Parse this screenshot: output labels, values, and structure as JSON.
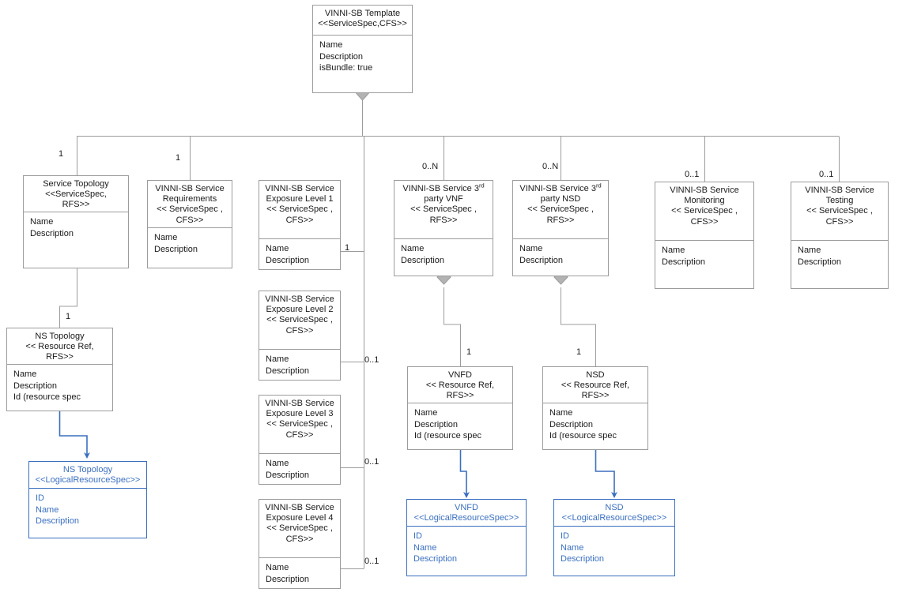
{
  "diagram": {
    "title": "VINNI-SB Template service specification class diagram",
    "colors": {
      "line_gray": "#9c9c9c",
      "line_blue": "#3a6fbf",
      "text_dark": "#1a1a1a",
      "background": "#ffffff"
    }
  },
  "nodes": [
    {
      "id": "template",
      "header": "VINNI-SB Template\n<<ServiceSpec,CFS>>",
      "body": "Name\nDescription\nisBundle: true"
    },
    {
      "id": "svc_topo",
      "header": "Service Topology\n<<ServiceSpec,\nRFS>>",
      "body": "Name\nDescription"
    },
    {
      "id": "requirements",
      "header": "VINNI-SB Service\nRequirements\n<< ServiceSpec ,\nCFS>>",
      "body": "Name\nDescription"
    },
    {
      "id": "exp1",
      "header": "VINNI-SB Service\nExposure Level 1\n<< ServiceSpec ,\nCFS>>",
      "body": "Name\nDescription"
    },
    {
      "id": "exp2",
      "header": "VINNI-SB Service\nExposure Level 2\n<< ServiceSpec ,\nCFS>>",
      "body": "Name\nDescription"
    },
    {
      "id": "exp3",
      "header": "VINNI-SB Service\nExposure Level 3\n<< ServiceSpec ,\nCFS>>",
      "body": "Name\nDescription"
    },
    {
      "id": "exp4",
      "header": "VINNI-SB Service\nExposure Level 4\n<< ServiceSpec ,\nCFS>>",
      "body": "Name\nDescription"
    },
    {
      "id": "vnf3p",
      "header_html": "VINNI-SB Service 3<sup>rd</sup>\nparty VNF\n<< ServiceSpec ,\nRFS>>",
      "body": "Name\nDescription"
    },
    {
      "id": "nsd3p",
      "header_html": "VINNI-SB Service 3<sup>rd</sup>\nparty NSD\n<< ServiceSpec ,\nRFS>>",
      "body": "Name\nDescription"
    },
    {
      "id": "monitoring",
      "header": "VINNI-SB Service\nMonitoring\n<< ServiceSpec ,\nCFS>>",
      "body": "Name\nDescription"
    },
    {
      "id": "testing",
      "header": "VINNI-SB Service\nTesting\n<< ServiceSpec ,\nCFS>>",
      "body": "Name\nDescription"
    },
    {
      "id": "ns_topo_rr",
      "header": "NS Topology\n<< Resource Ref,\nRFS>>",
      "body": "Name\nDescription\nId (resource spec"
    },
    {
      "id": "vnfd_rr",
      "header": "VNFD\n<< Resource Ref,\nRFS>>",
      "body": "Name\nDescription\nId (resource spec"
    },
    {
      "id": "nsd_rr",
      "header": "NSD\n<< Resource Ref,\nRFS>>",
      "body": "Name\nDescription\nId (resource spec"
    },
    {
      "id": "ns_topo_lrs",
      "header": "NS Topology\n<<LogicalResourceSpec>>",
      "body": "ID\nName\nDescription"
    },
    {
      "id": "vnfd_lrs",
      "header": "VNFD\n<<LogicalResourceSpec>>",
      "body": "ID\nName\nDescription"
    },
    {
      "id": "nsd_lrs",
      "header": "NSD\n<<LogicalResourceSpec>>",
      "body": "ID\nName\nDescription"
    }
  ],
  "multiplicities": [
    {
      "id": "m_svc_topo",
      "label": "1"
    },
    {
      "id": "m_requirements",
      "label": "1"
    },
    {
      "id": "m_exp1",
      "label": "1"
    },
    {
      "id": "m_exp2",
      "label": "0..1"
    },
    {
      "id": "m_exp3",
      "label": "0..1"
    },
    {
      "id": "m_exp4",
      "label": "0..1"
    },
    {
      "id": "m_vnf3p",
      "label": "0..N"
    },
    {
      "id": "m_nsd3p",
      "label": "0..N"
    },
    {
      "id": "m_monitoring",
      "label": "0..1"
    },
    {
      "id": "m_testing",
      "label": "0..1"
    },
    {
      "id": "m_ns_topo_rr",
      "label": "1"
    },
    {
      "id": "m_vnfd_rr",
      "label": "1"
    },
    {
      "id": "m_nsd_rr",
      "label": "1"
    }
  ]
}
